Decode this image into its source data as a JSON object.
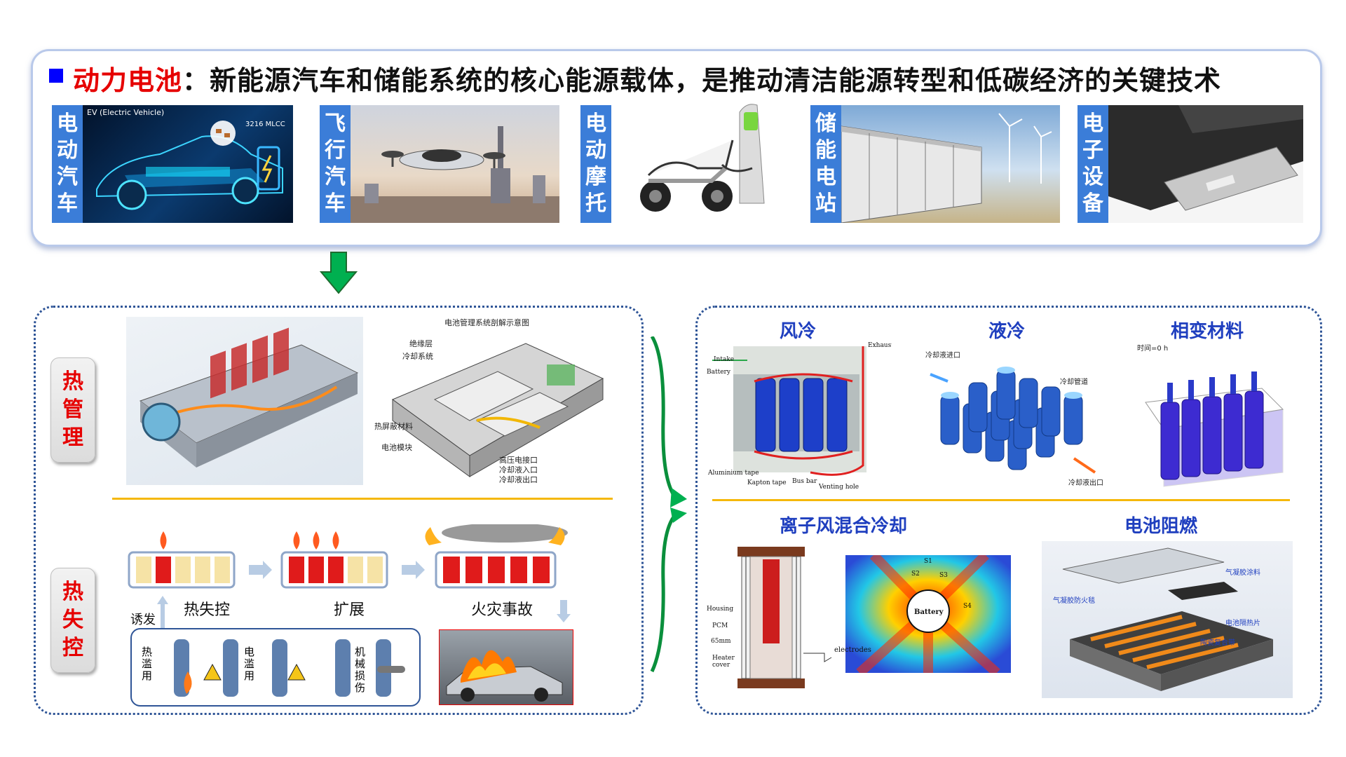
{
  "header": {
    "highlight": "动力电池",
    "text": "：新能源汽车和储能系统的核心能源载体，是推动清洁能源转型和低碳经济的关键技术"
  },
  "applications": [
    {
      "label": "电动汽车",
      "caption": "EV (Electric Vehicle)",
      "sub": "3216 MLCC"
    },
    {
      "label": "飞行汽车"
    },
    {
      "label": "电动摩托"
    },
    {
      "label": "储能电站"
    },
    {
      "label": "电子设备"
    }
  ],
  "left_panel": {
    "thermal_management": "热管理",
    "thermal_runaway": "热失控",
    "diagram_title": "电池管理系统剖解示意图",
    "diagram_labels": [
      "绝缘层",
      "冷却系统",
      "热屏蔽材料",
      "电池模块",
      "高压电接口",
      "冷却液入口",
      "冷却液出口"
    ],
    "stages": [
      "热失控",
      "扩展",
      "火灾事故"
    ],
    "trigger": "诱发",
    "causes": [
      "热滥用",
      "电滥用",
      "机械损伤"
    ]
  },
  "right_panel": {
    "air_cooling": {
      "title": "风冷",
      "labels": [
        "Intake",
        "Battery",
        "Exhaust",
        "Aluminium tape",
        "Kapton tape",
        "Bus bar",
        "Venting hole"
      ]
    },
    "liquid_cooling": {
      "title": "液冷",
      "labels": [
        "冷却液进口",
        "冷却管道",
        "冷却液出口"
      ]
    },
    "pcm": {
      "title": "相变材料",
      "time": "时间=0 h"
    },
    "ionic_wind": {
      "title": "离子风混合冷却",
      "labels": [
        "Housing",
        "PCM",
        "65mm",
        "Heater cover",
        "electrodes",
        "Battery",
        "S1",
        "S2",
        "S3",
        "S4"
      ]
    },
    "flame_retardant": {
      "title": "电池阻燃",
      "labels": [
        "气凝胶涂料",
        "气凝胶防火毯",
        "电池隔热片",
        "陶瓷复合带"
      ]
    }
  },
  "colors": {
    "accent_blue": "#3b7dd8",
    "red": "#e60000",
    "green_arrow": "#00b050",
    "panel_border": "#2f5597"
  }
}
